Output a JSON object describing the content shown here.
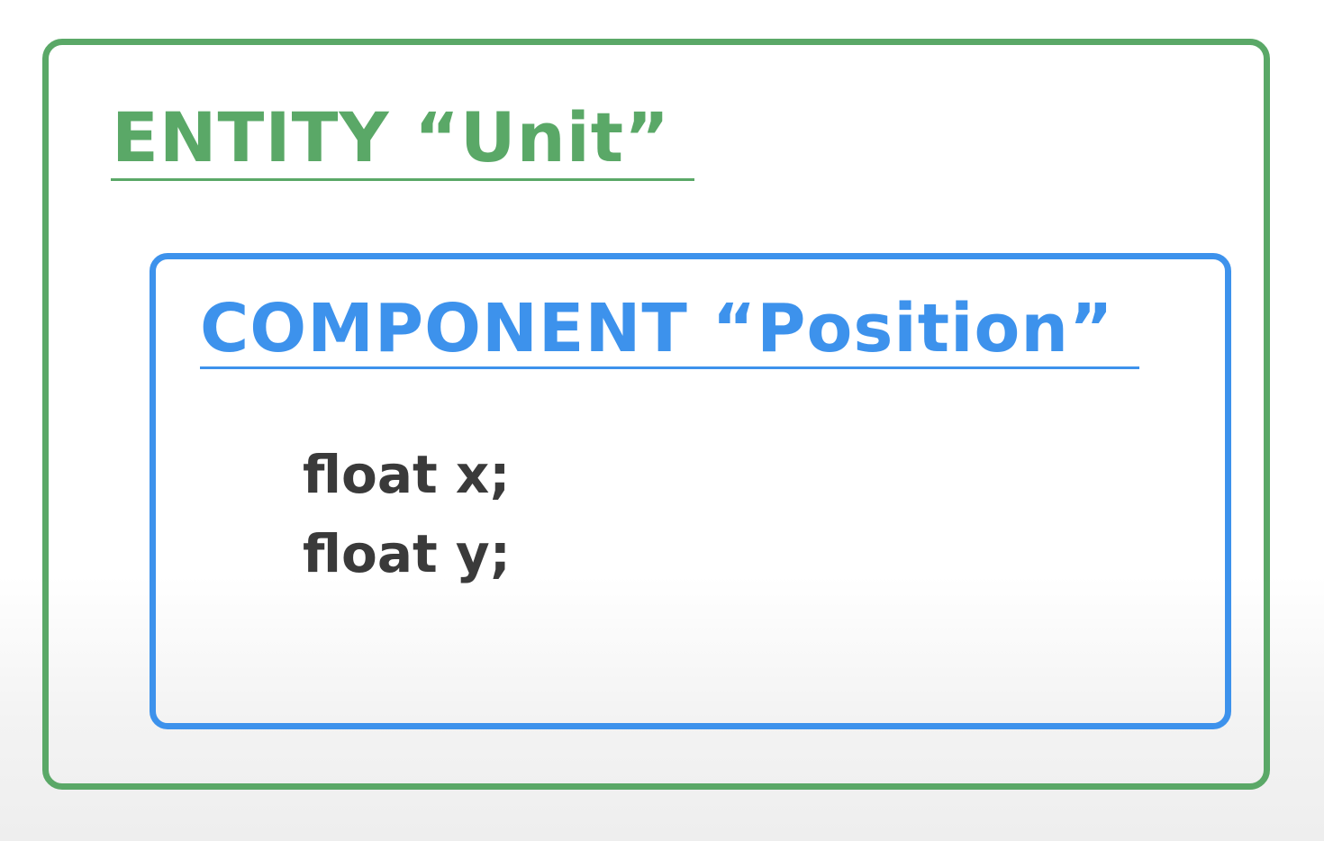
{
  "entity": {
    "title": "ENTITY   “Unit”",
    "border_color": "#5aa867"
  },
  "component": {
    "title": "COMPONENT   “Position”",
    "border_color": "#3d92ec",
    "fields": [
      "float x;",
      "float y;"
    ]
  }
}
